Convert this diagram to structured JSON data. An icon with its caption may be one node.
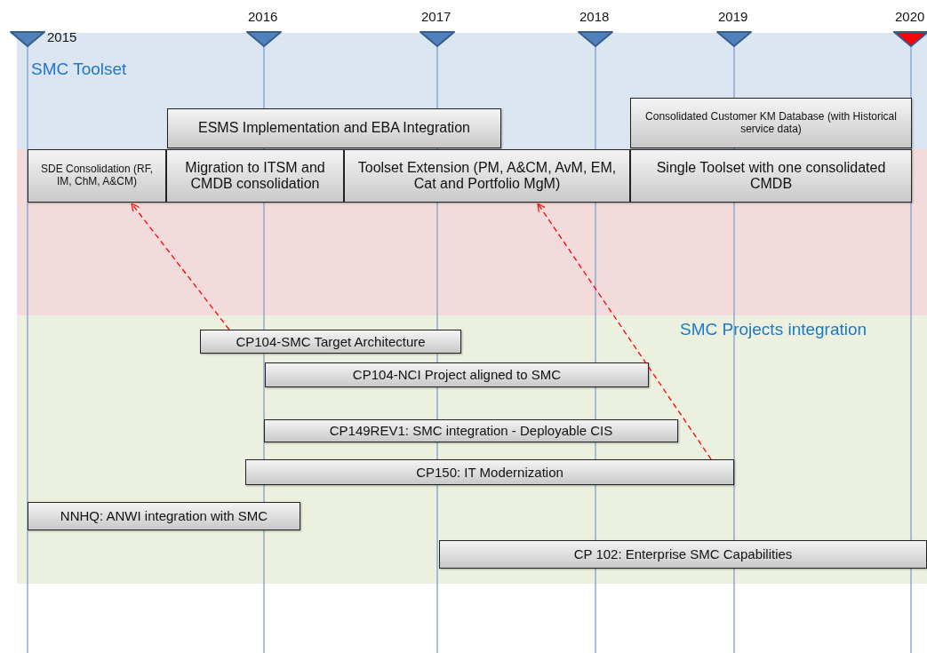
{
  "diagram": {
    "nodes": [
      {
        "text": [
          "SMC Toolset"
        ]
      },
      {
        "text": [
          "ESMS Implementation  and EBA Integration"
        ],
        "in": 0
      },
      {
        "text": [
          "Consolidated Customer KM Database (with Historical service data)"
        ],
        "in": 0
      },
      {
        "text": [],
        "shape": "box"
      },
      {
        "text": [
          "SDE Consolidation (RF, IM, ChM, A&CM)"
        ],
        "in": 3
      },
      {
        "text": [
          "Migration to ITSM and CMDB consolidation"
        ],
        "in": 3
      },
      {
        "text": [
          "Toolset Extension  (PM, A&CM, AvM, EM, Cat and Portfolio MgM)"
        ],
        "in": 3
      },
      {
        "text": [
          "Single Toolset with one consolidated CMDB"
        ],
        "in": 3
      },
      {
        "text": [
          "SMC Projects integration"
        ]
      },
      {
        "text": [
          "CP104-SMC Target Architecture"
        ],
        "in": 8
      },
      {
        "text": [
          "CP104-NCI Project aligned to SMC"
        ],
        "in": 8
      },
      {
        "text": [
          "CP149REV1: SMC integration - Deployable CIS"
        ],
        "in": 8
      },
      {
        "text": [
          "CP150: IT Modernization"
        ],
        "in": 8
      },
      {
        "text": [
          "NNHQ: ANWI integration with SMC"
        ],
        "in": 8
      },
      {
        "text": [
          "CP 102: Enterprise SMC Capabilities"
        ],
        "in": 8
      }
    ],
    "edges": [
      {
        "from": 9,
        "to": 4,
        "arrow": "to",
        "style": "dashed",
        "color": "#ff0000"
      },
      {
        "from": 12,
        "to": 6,
        "arrow": "to",
        "style": "dashed",
        "color": "#ff0000"
      }
    ],
    "labels": [
      "2016",
      "2017",
      "2018",
      "2019",
      "2020",
      "2015"
    ]
  }
}
